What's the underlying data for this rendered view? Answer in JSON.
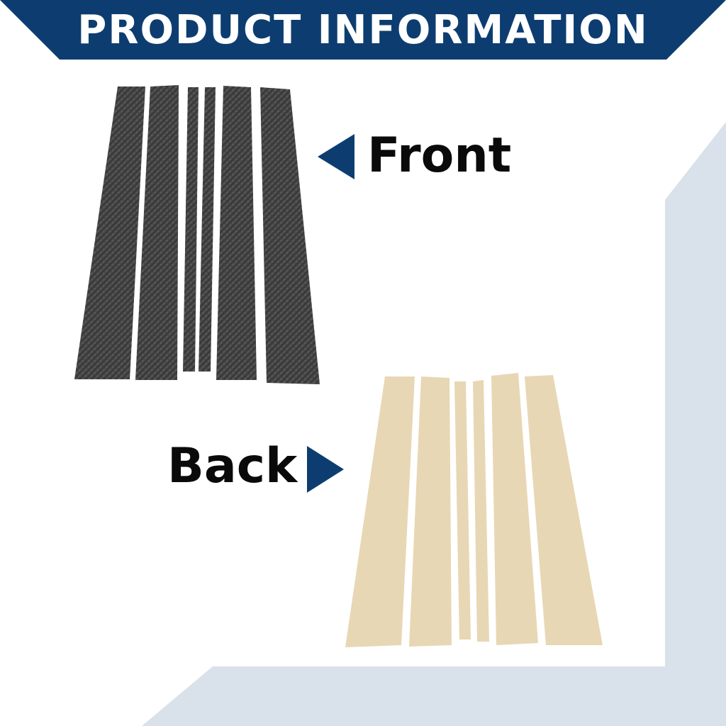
{
  "header": {
    "title": "PRODUCT INFORMATION"
  },
  "labels": {
    "front": "Front",
    "back": "Back"
  },
  "colors": {
    "banner": "#0d3d70",
    "arrow": "#0d3d70",
    "frame_panel": "#d9e1ea",
    "carbon_fiber": "#4a4a4a",
    "adhesive_backing": "#e8d7b4",
    "label_text": "#0a0a0a"
  },
  "icons": {
    "front_arrow": "triangle-left-icon",
    "back_arrow": "triangle-right-icon"
  }
}
